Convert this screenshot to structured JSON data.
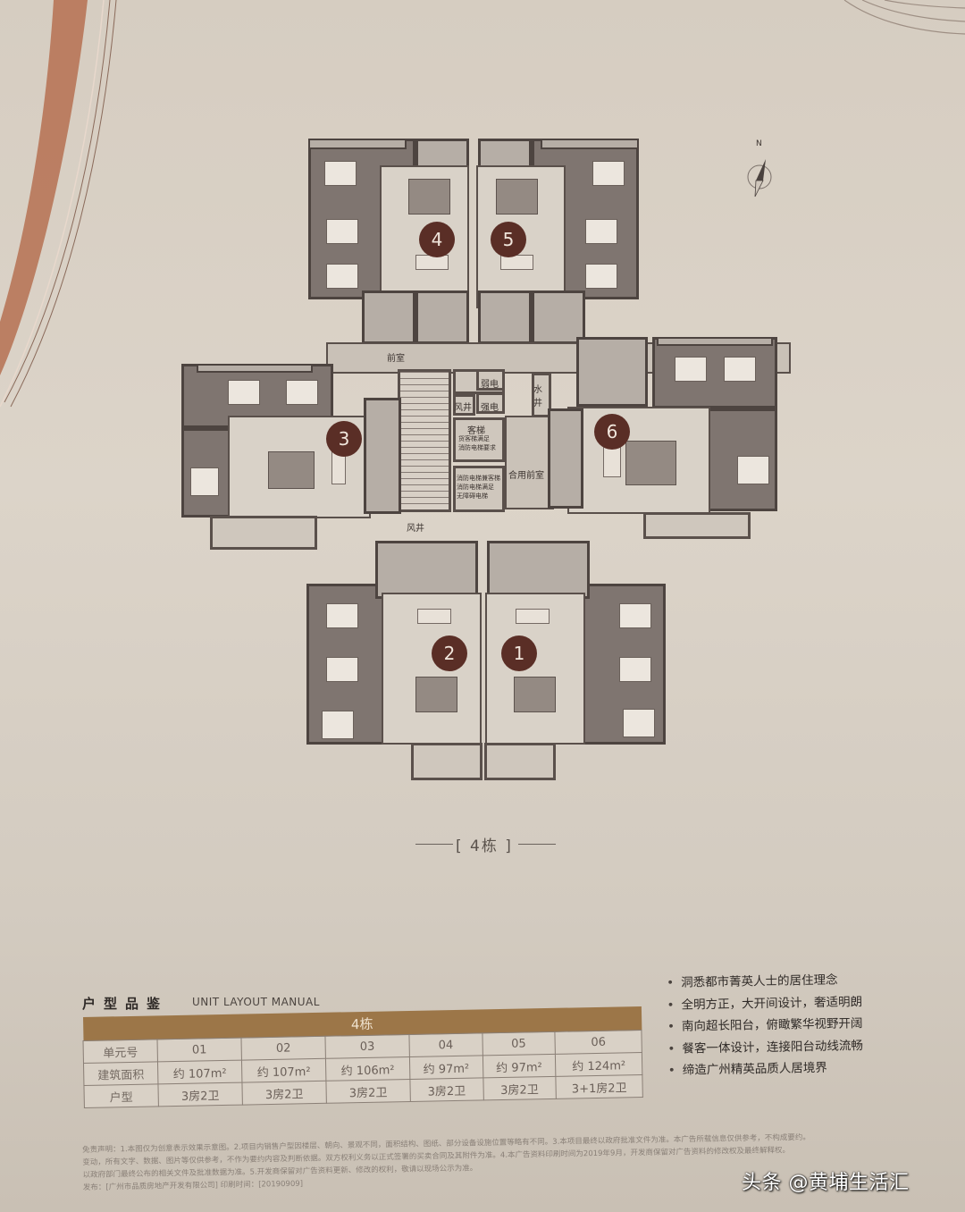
{
  "plan": {
    "units": [
      {
        "id": "4",
        "label": "4"
      },
      {
        "id": "5",
        "label": "5"
      },
      {
        "id": "3",
        "label": "3"
      },
      {
        "id": "6",
        "label": "6"
      },
      {
        "id": "2",
        "label": "2"
      },
      {
        "id": "1",
        "label": "1"
      }
    ],
    "core_labels": {
      "front_room": "前室",
      "weak_power": "弱电",
      "strong_power": "强电",
      "air_shaft": "风井",
      "air_shaft_2": "风井",
      "water_shaft": "水井",
      "passenger_elevator": "客梯",
      "elevator_note_1": "货客梯满足",
      "elevator_note_2": "消防电梯要求",
      "fire_elevator_note_1": "消防电梯兼客梯",
      "fire_elevator_note_2": "消防电梯满足",
      "fire_elevator_note_3": "无障碍电梯",
      "shared_front_room": "合用前室"
    },
    "compass_label": "N",
    "building_caption": "[ 4栋 ]"
  },
  "section": {
    "title": "户型品鉴",
    "subtitle": "UNIT LAYOUT MANUAL"
  },
  "spec_table": {
    "building": "4栋",
    "row_headers": [
      "单元号",
      "建筑面积",
      "户型"
    ],
    "columns": [
      {
        "unit": "01",
        "area": "约 107m²",
        "layout": "3房2卫"
      },
      {
        "unit": "02",
        "area": "约 107m²",
        "layout": "3房2卫"
      },
      {
        "unit": "03",
        "area": "约 106m²",
        "layout": "3房2卫"
      },
      {
        "unit": "04",
        "area": "约 97m²",
        "layout": "3房2卫"
      },
      {
        "unit": "05",
        "area": "约 97m²",
        "layout": "3房2卫"
      },
      {
        "unit": "06",
        "area": "约 124m²",
        "layout": "3+1房2卫"
      }
    ]
  },
  "features": [
    "洞悉都市菁英人士的居住理念",
    "全明方正，大开间设计，奢适明朗",
    "南向超长阳台，俯瞰繁华视野开阔",
    "餐客一体设计，连接阳台动线流畅",
    "缔造广州精英品质人居境界"
  ],
  "disclaimer": {
    "line1": "免责声明：1.本图仅为创意表示效果示意图。2.项目内销售户型因楼层、朝向、景观不同，面积结构、图纸、部分设备设施位置等略有不同。3.本项目最终以政府批准文件为准。本广告所载信息仅供参考，不构成要约。",
    "line2": "变动，所有文字、数据、图片等仅供参考，不作为要约内容及判断依据。双方权利义务以正式签署的买卖合同及其附件为准。4.本广告资料印刷时间为2019年9月，开发商保留对广告资料的修改权及最终解释权。",
    "line3": "以政府部门最终公布的相关文件及批准数据为准。5.开发商保留对广告资料更新、修改的权利，敬请以现场公示为准。",
    "line4": "发布：[广州市品质房地产开发有限公司] 印刷时间：[20190909]"
  },
  "watermark": "头条 @黄埔生活汇",
  "colors": {
    "accent_brown": "#9c7648",
    "unit_badge": "#5a2e26",
    "arc": "#b9775a",
    "paper": "#d8d0c5"
  }
}
